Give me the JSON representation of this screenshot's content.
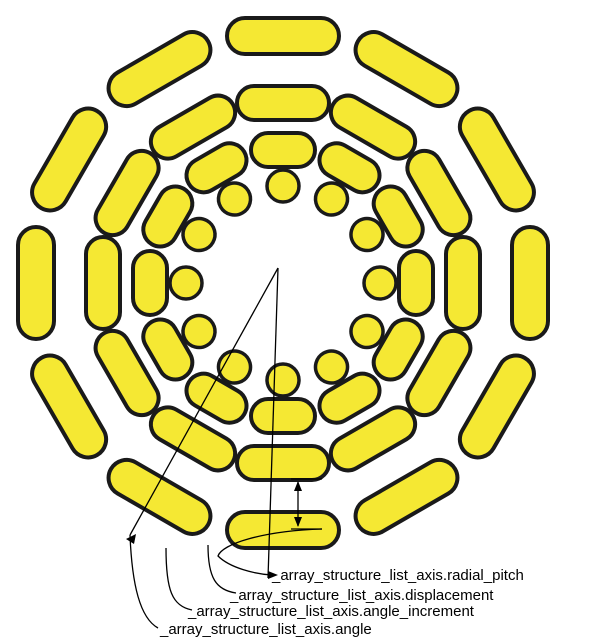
{
  "colors": {
    "element_fill": "#F5E833",
    "element_stroke": "#1a1a1a",
    "annotation_line": "#000000",
    "background": "#ffffff"
  },
  "rings": [
    {
      "count": 12,
      "shape": "stadium"
    },
    {
      "count": 12,
      "shape": "stadium"
    },
    {
      "count": 12,
      "shape": "stadium"
    },
    {
      "count": 12,
      "shape": "circle"
    }
  ],
  "labels": {
    "radial_pitch": "_array_structure_list_axis.radial_pitch",
    "displacement": "_array_structure_list_axis.displacement",
    "angle_increment": "_array_structure_list_axis.angle_increment",
    "angle": "_array_structure_list_axis.angle"
  }
}
